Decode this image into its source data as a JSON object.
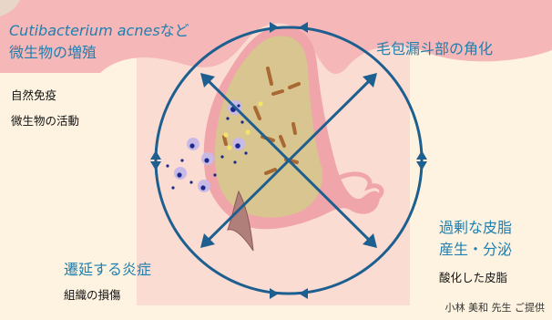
{
  "labels": {
    "bacteria_name": "Cutibacterium acnes",
    "bacteria_suffix": "など",
    "microbe_growth": "微生物の増殖",
    "innate_immunity": "自然免疫",
    "microbe_activity": "微生物の活動",
    "keratinization": "毛包漏斗部の角化",
    "sebum_line1": "過剰な皮脂",
    "sebum_line2": "産生・分泌",
    "oxidized_sebum": "酸化した皮脂",
    "inflammation": "遷延する炎症",
    "tissue_damage": "組織の損傷"
  },
  "credit": "小林 美和 先生 ご提供",
  "colors": {
    "background": "#fef3e0",
    "skin_pink": "#f5b7b8",
    "skin_light": "#fbd7d0",
    "follicle_fill": "#d8c58f",
    "follicle_rim": "#efa5aa",
    "arrow_blue": "#1d5f8f",
    "label_blue": "#1f7fb0",
    "bacteria_brown": "#a86a32",
    "cell_lilac": "#c9b9e6",
    "dot_navy": "#1a2a8a",
    "dot_yellow": "#f3e36a"
  }
}
